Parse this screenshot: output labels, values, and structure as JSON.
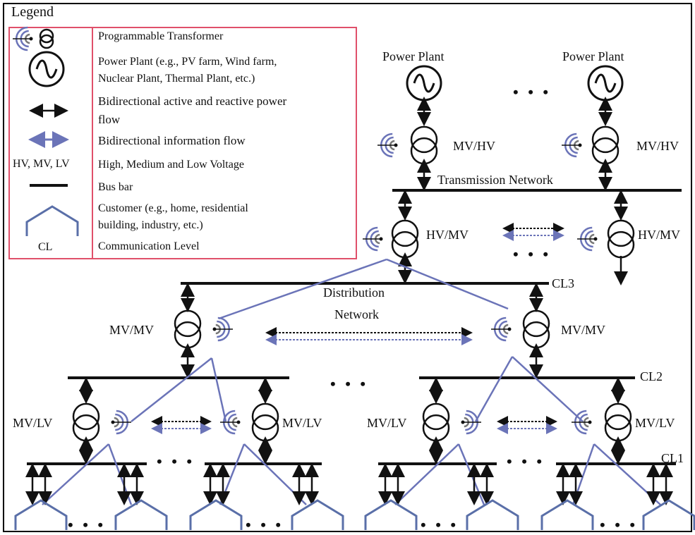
{
  "legend": {
    "title": "Legend",
    "entries": {
      "programmable_transformer": "Programmable Transformer",
      "power_plant_1": "Power Plant (e.g., PV farm, Wind farm,",
      "power_plant_2": "Nuclear Plant, Thermal Plant, etc.)",
      "power_flow_1": "Bidirectional active and reactive power",
      "power_flow_2": "flow",
      "info_flow": "Bidirectional information flow",
      "voltage_symbol": "HV, MV, LV",
      "voltage_text": "High, Medium and Low Voltage",
      "bus_bar": "Bus bar",
      "customer_1": "Customer (e.g., home, residential",
      "customer_2": "building, industry, etc.)",
      "cl_symbol": "CL",
      "cl_text": "Communication Level"
    }
  },
  "labels": {
    "power_plant_left": "Power Plant",
    "power_plant_right": "Power Plant",
    "mvhv_left": "MV/HV",
    "mvhv_right": "MV/HV",
    "transmission_network": "Transmission Network",
    "hvmv_left": "HV/MV",
    "hvmv_right": "HV/MV",
    "cl3": "CL3",
    "distribution_network_1": "Distribution",
    "distribution_network_2": "Network",
    "mvmv_left": "MV/MV",
    "mvmv_right": "MV/MV",
    "cl2": "CL2",
    "mvlv_1": "MV/LV",
    "mvlv_2": "MV/LV",
    "mvlv_3": "MV/LV",
    "mvlv_4": "MV/LV",
    "cl1": "CL1",
    "ellipsis": "• • •"
  },
  "colors": {
    "line": "#111111",
    "info_flow": "#6b74b8",
    "legend_border": "#e0506a",
    "customer": "#5a6fa8"
  },
  "icons": [
    "programmable-transformer-icon",
    "power-plant-icon",
    "power-flow-arrow-icon",
    "info-flow-arrow-icon",
    "bus-bar-icon",
    "customer-house-icon",
    "wireless-signal-icon"
  ]
}
